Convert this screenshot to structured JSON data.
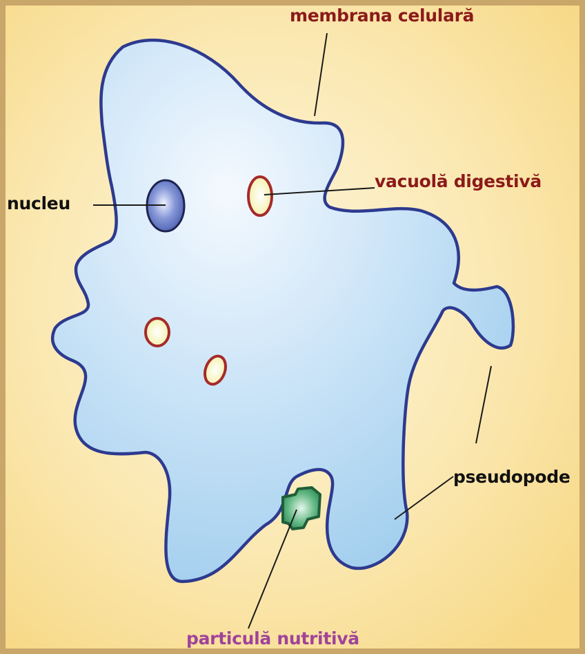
{
  "labels": {
    "membrane": "membrana celulară",
    "digestive_vacuole": "vacuolă digestivă",
    "nucleus": "nucleu",
    "pseudopods": "pseudopode",
    "food_particle": "particulă nutritivă"
  },
  "colors": {
    "frame": "#c9a66a",
    "background_warm": "#f7d988",
    "background_pale": "#fdf5dc",
    "cell_fill_light": "#eef6fd",
    "cell_fill": "#aed5f1",
    "membrane_outline": "#2d3a8f",
    "nucleus": "#4a5fb0",
    "vacuole_ring": "#a52a2a",
    "vacuole_fill": "#fdf7c2",
    "food_particle": "#2e8b57",
    "label_red": "#8b1a1a",
    "label_black": "#111111",
    "label_purple": "#a0439a",
    "pointer_line": "#1a1a1a"
  }
}
